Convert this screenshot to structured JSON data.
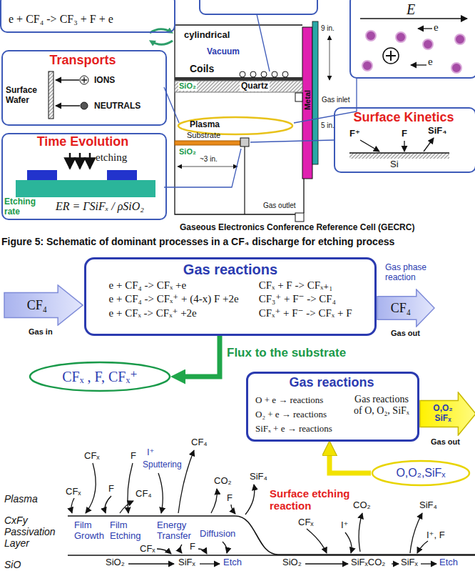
{
  "diagram": {
    "caption": "Figure 5: Schematic of dominant processes in a CF₄ discharge for etching process",
    "nodes": [
      {
        "text": [
          "e + CF₄ -> CF₃ + F + e"
        ]
      },
      {
        "text": [
          "E",
          "e",
          "e"
        ]
      },
      {
        "text": [
          "Transports",
          "Surface Wafer",
          "IONS",
          "NEUTRALS"
        ]
      },
      {
        "text": [
          "Time Evolution",
          "etching",
          "Etching rate",
          "ER = ΓSiFₓ / ρSiO₂"
        ]
      },
      {
        "text": [
          "Surface Kinetics",
          "F⁺",
          "F",
          "SiF₄",
          "Si"
        ]
      },
      {
        "text": [
          "CF₄"
        ]
      },
      {
        "text": [
          "Gas reactions",
          "e + CF₄ -> CFₓ +e",
          "CFₓ + F -> CFₓ₊₁",
          "e + CF₄ -> CFₓ⁺ + (4-x) F +2e",
          "CF₃⁺ + F⁻ -> CF₄",
          "e + CFₓ -> CFₓ⁺ +2e",
          "CFₓ⁺ + F⁻ -> CFₓ + F"
        ]
      },
      {
        "text": [
          "CF₄"
        ]
      },
      {
        "text": [
          "CFₓ , F, CFₓ⁺"
        ]
      },
      {
        "text": [
          "Gas reactions",
          "O + e → reactions",
          "O₂ + e → reactions",
          "SiFₓ + e → reactions",
          "Gas reactions of O, O₂, SiFₓ"
        ]
      },
      {
        "text": [
          "O,O₂ SiFₓ"
        ]
      },
      {
        "text": [
          "O,O₂,SiFₓ"
        ]
      }
    ],
    "edges": [
      {
        "from": 6,
        "to": 8,
        "label": "Flux to the substrate",
        "arrow": "to"
      },
      {
        "from": 11,
        "to": 9,
        "arrow": "to"
      }
    ],
    "labels": [
      "cylindrical",
      "Vacuum",
      "Coils",
      "Metal",
      "9 in.",
      "SiO₂",
      "Quartz",
      "Gas inlet",
      "Plasma",
      "5 in.",
      "Substrate",
      "SiO₂",
      "~3 in.",
      "Gas outlet",
      "Gaseous Electronics Conference Reference Cell (GECRC)",
      "Gas in",
      "Gas phase reaction",
      "Gas out",
      "Gas out",
      "CFₓ",
      "F",
      "I⁺",
      "Sputtering",
      "CF₄",
      "CO₂",
      "SiF₄",
      "F",
      "Surface etching reaction",
      "CFₓ",
      "F",
      "CF₄",
      "CO₂",
      "SiF₄",
      "Plasma",
      "CxFy Passivation Layer",
      "Film Growth",
      "Film Etching",
      "Energy Transfer",
      "Diffusion",
      "CFₓ",
      "I⁺",
      "I⁺, F",
      "CFₓ",
      "F",
      "SiO",
      "SiO₂",
      "SiFₓ",
      "Etch",
      "SiO₂",
      "SiFₓCO₂",
      "SiFₓ",
      "Etch"
    ]
  }
}
